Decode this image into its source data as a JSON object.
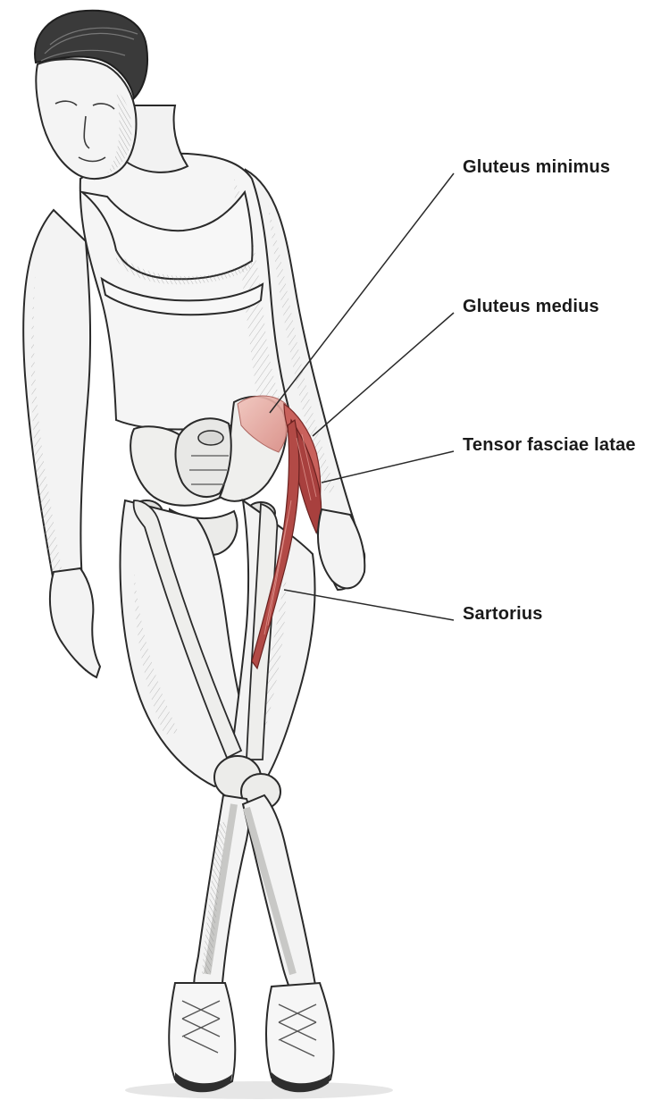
{
  "diagram": {
    "labels": [
      {
        "id": "gluteus-minimus",
        "text": "Gluteus minimus"
      },
      {
        "id": "gluteus-medius",
        "text": "Gluteus medius"
      },
      {
        "id": "tensor-fasciae-latae",
        "text": "Tensor fasciae latae"
      },
      {
        "id": "sartorius",
        "text": "Sartorius"
      }
    ],
    "colors": {
      "skin_fill": "#f4f4f4",
      "outline": "#2a2a2a",
      "hatching": "#8a8a8a",
      "bone": "#eeeeec",
      "muscle_dark": "#a8403e",
      "muscle_mid": "#c9615c",
      "muscle_light": "#e8a8a0"
    }
  }
}
